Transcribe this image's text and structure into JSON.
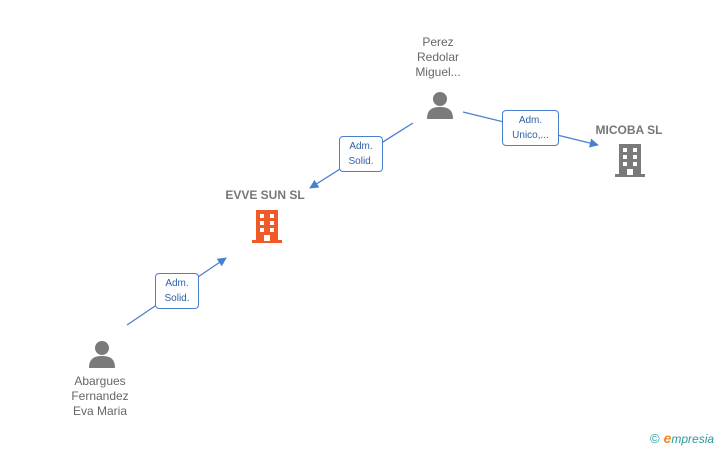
{
  "colors": {
    "edge": "#4a7fd0",
    "person": "#7a7a7a",
    "company_main": "#f05a28",
    "company_other": "#7a7a7a"
  },
  "nodes": {
    "perez": {
      "label": "Perez\nRedolar\nMiguel...",
      "icon": "person-icon"
    },
    "evve": {
      "label": "EVVE SUN  SL",
      "icon": "building-icon"
    },
    "micoba": {
      "label": "MICOBA SL",
      "icon": "building-icon"
    },
    "abargues": {
      "label": "Abargues\nFernandez\nEva Maria",
      "icon": "person-icon"
    }
  },
  "edges": {
    "perez_evve": {
      "label": "Adm.\nSolid."
    },
    "perez_micoba": {
      "label": "Adm.\nUnico,..."
    },
    "abargues_evve": {
      "label": "Adm.\nSolid."
    }
  },
  "brand": {
    "symbol": "©",
    "e": "e",
    "rest": "mpresia"
  }
}
